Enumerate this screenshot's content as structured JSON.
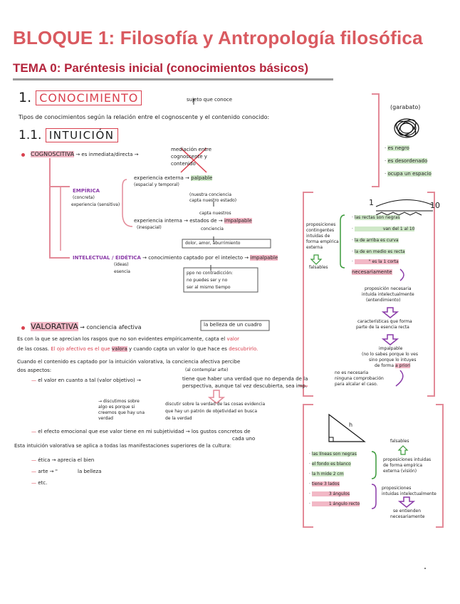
{
  "title": "BLOQUE 1: Filosofía y Antropología filosófica",
  "subtitle": "TEMA 0: Paréntesis inicial (conocimientos básicos)",
  "sec1": {
    "num": "1.",
    "label": "CONOCIMIENTO",
    "sujeto": "sujeto que conoce",
    "tipos": "Tipos de conocimientos según la relación entre el cognoscente y el contenido conocido:"
  },
  "sec11": {
    "num": "1.1.",
    "label": "INTUICIÓN"
  },
  "cognoscitiva": {
    "label": "COGNOSCITIVA",
    "def": "→ es inmediata/directa →",
    "mediacion_1": "mediación entre",
    "mediacion_2": "cognoscente y",
    "mediacion_3": "contenido",
    "empirica": "EMPÍRICA",
    "empirica_sub1": "(concreta)",
    "empirica_sub2": "experiencia (sensitiva)",
    "ext_1": "experiencia externa →",
    "ext_hl": "palpable",
    "ext_2": "(espacial y temporal)",
    "nuestra_1": "(nuestra conciencia",
    "nuestra_2": "capta nuestro estado)",
    "capta_1": "capta nuestros",
    "int_1": "experiencia interna →",
    "int_2": "estados de →",
    "int_hl": "impalpable",
    "int_3": "(inespacial)",
    "int_4": "conciencia",
    "dolor": "dolor, amor, aburrimiento",
    "intelectual": "INTELECTUAL / EIDÉTICA",
    "intelectual_def": "→ conocimiento captado por el intelecto →",
    "intelectual_hl": "impalpable",
    "ideas": "(ideas)",
    "esencia": "esencia",
    "pnc_1": "ppo no contradicción:",
    "pnc_2": "no puedes ser y no",
    "pnc_3": "ser al mismo tiempo"
  },
  "valorativa": {
    "label": "VALORATIVA",
    "def": "→ conciencia afectiva",
    "belleza": "la belleza de un cuadro",
    "p1": "Es con la que se aprecian los rasgos que no son evidentes empíricamente, capta el",
    "p1_hl": "valor",
    "p2a": "de las cosas.",
    "p2b": "El ojo afectivo es el que",
    "p2_hl": "valora",
    "p2c": "y cuando capta un valor lo que hace es",
    "p2_hl2": "descubrirlo.",
    "p3": "Cuando el contenido es captado por la intuición valorativa, la conciencia afectiva percibe",
    "p3b": "dos aspectos:",
    "p3_note": "(al contemplar arte)",
    "a1": "el valor en cuanto a tal (valor objetivo) →",
    "a1b": "tiene que haber una verdad que no dependa de la",
    "a1c": "perspectiva, aunque tal vez descubierta, sea imp.",
    "d1": "→ discutimos sobre",
    "d2": "algo es porque si",
    "d3": "creemos que hay una",
    "d4": "verdad",
    "e1": "discutir sobre la verdad de las cosas evidencia",
    "e2": "que hay un patrón de objetividad en busca",
    "e3": "de la verdad",
    "a2": "el efecto emocional que ese valor tiene en mi subjetividad → los gustos concretos de",
    "a2b": "cada uno",
    "p4": "Esta intuición valorativa se aplica a todas las manifestaciones superiores de la cultura:",
    "l1": "ética → aprecia el bien",
    "l2": "arte → \"",
    "l2b": "la belleza",
    "l3": "etc."
  },
  "right1": {
    "title": "(garabato)",
    "i1": "es negro",
    "i2": "es desordenado",
    "i3": "ocupa un espacio"
  },
  "right2": {
    "n1": "1",
    "n2": "10",
    "prop_1": "proposiciones",
    "prop_2": "contingentes",
    "prop_3": "intuidas de",
    "prop_4": "forma empírica",
    "prop_5": "externa",
    "falsables": "falsables",
    "r1": "las rectas son negras",
    "r2": "van del 1 al 10",
    "r3": "la de arriba es curva",
    "r4": "la de en medio es recta",
    "r5": "\" es la 1 corta",
    "necesariamente": "necesariamente",
    "pn1": "proposición necesaria",
    "pn2": "intuida intelectualmente",
    "pn3": "(entendimiento)",
    "ce1": "características que forma",
    "ce2": "parte de la esencia recta",
    "imp": "impalpable",
    "nl1": "(no lo sabes porque lo ves",
    "nl2": "sino porque lo intuyes",
    "nl3": "de forma",
    "nl3_hl": "a priori",
    "nr1": "no es necesaria",
    "nr2": "ninguna comprobación",
    "nr3": "para alcalar el caso."
  },
  "right3": {
    "h": "h",
    "falsables": "falsables",
    "t1": "las líneas son negras",
    "t2": "el fondo es blanco",
    "t3": "la h mide 2 cm",
    "t4": "tiene 3 lados",
    "t5": "3 ángulos",
    "t6": "1 ángulo recto",
    "pe1": "proposiciones intuidas",
    "pe2": "de forma empírica",
    "pe3": "externa (visión)",
    "pi1": "proposiciones",
    "pi2": "intuidas intelectualmente",
    "se1": "se entienden",
    "se2": "necesariamente"
  },
  "colors": {
    "title": "#d95a60",
    "subtitle": "#b3243c",
    "accent": "#d9414f",
    "pink": "#f2b8c6",
    "green": "#cfe8c8",
    "bracket": "#e38a98"
  }
}
